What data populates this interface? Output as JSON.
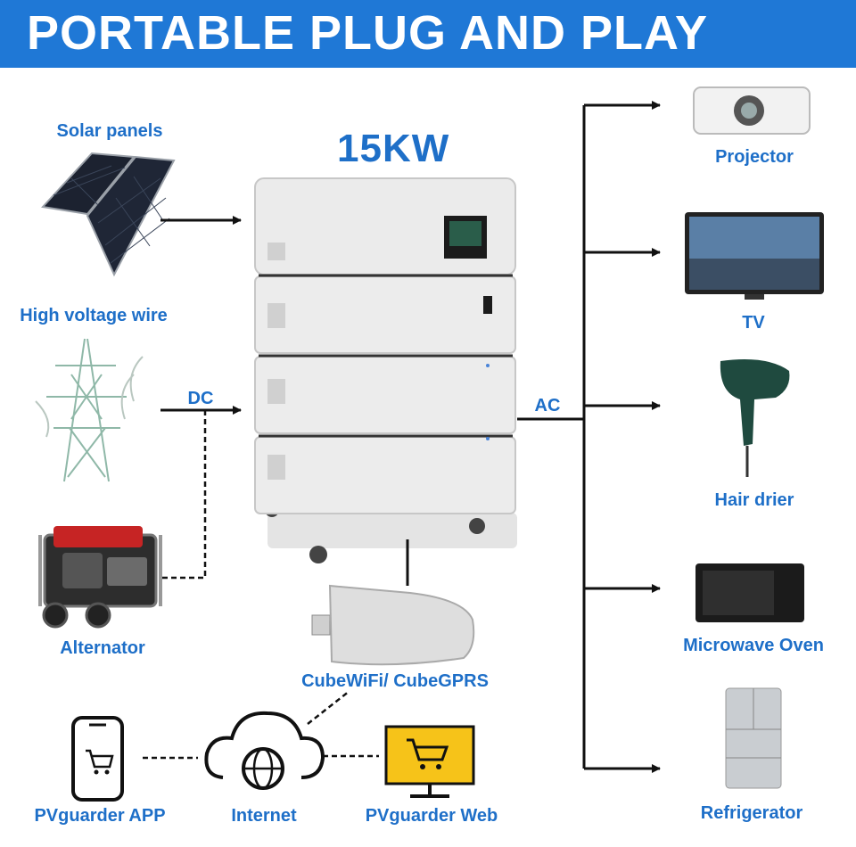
{
  "banner": {
    "title": "PORTABLE PLUG AND PLAY"
  },
  "system": {
    "power_label": "15KW"
  },
  "inputs": {
    "solar": "Solar panels",
    "high_voltage": "High voltage wire",
    "alternator": "Alternator",
    "dc": "DC"
  },
  "outputs": {
    "ac": "AC",
    "projector": "Projector",
    "tv": "TV",
    "hair_drier": "Hair drier",
    "microwave": "Microwave Oven",
    "refrigerator": "Refrigerator"
  },
  "monitoring": {
    "module": "CubeWiFi/ CubeGPRS",
    "app": "PVguarder APP",
    "internet": "Internet",
    "web": "PVguarder Web"
  },
  "colors": {
    "banner": "#1f78d6",
    "label": "#1e6fc8",
    "line": "#111111"
  }
}
